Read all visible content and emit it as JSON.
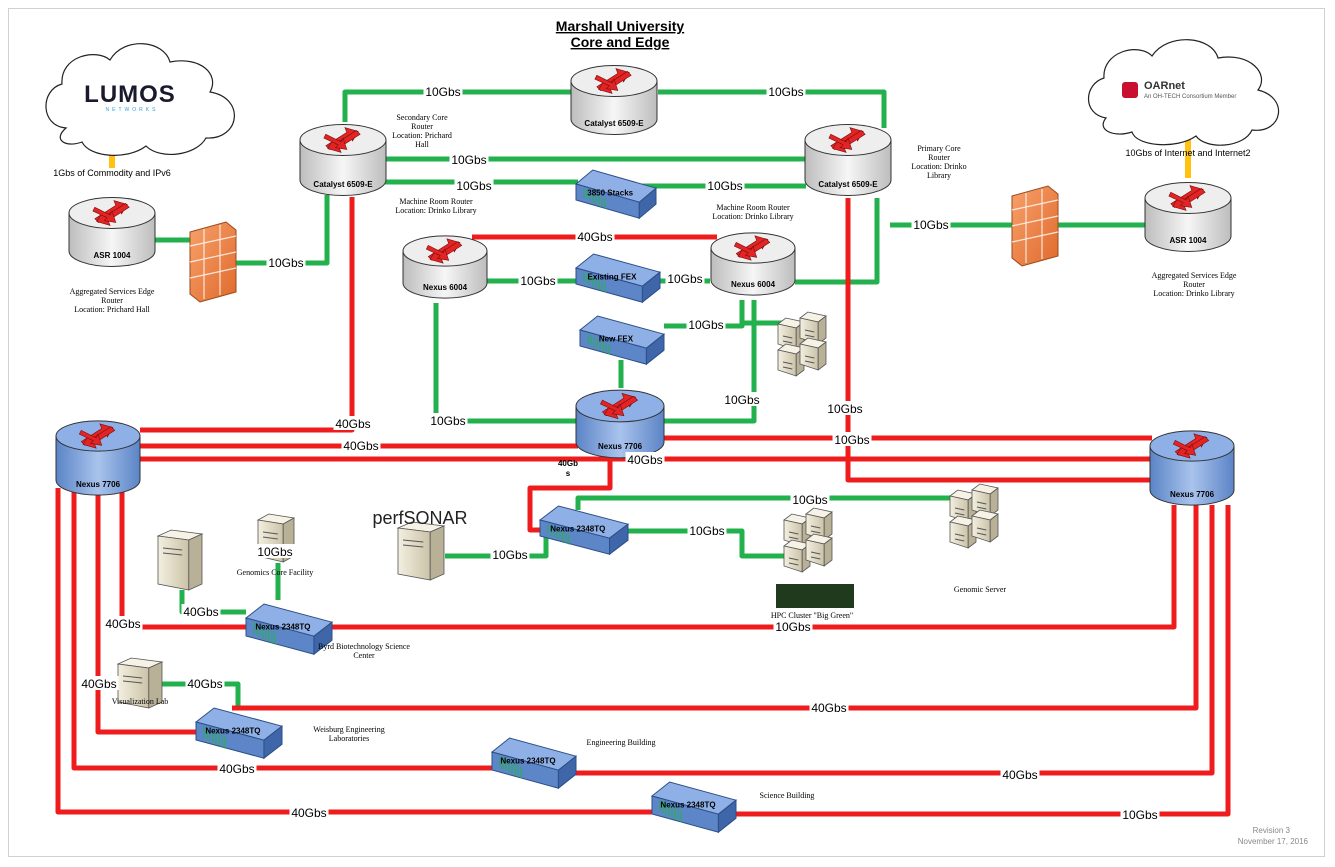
{
  "title": {
    "line1": "Marshall University",
    "line2": "Core and Edge"
  },
  "isp_left": {
    "name": "LUMOS",
    "sub": "NETWORKS",
    "link_label": "1Gbs of Commodity and IPv6"
  },
  "isp_right": {
    "name": "OARnet",
    "sub": "An OH-TECH Consortium Member",
    "link_label": "10Gbs of Internet and Internet2"
  },
  "devices": {
    "asr_left": {
      "label": "ASR 1004",
      "note": [
        "Aggregated Services Edge",
        "Router",
        "Location:  Prichard Hall"
      ]
    },
    "asr_right": {
      "label": "ASR 1004",
      "note": [
        "Aggregated Services Edge",
        "Router",
        "Location:  Drinko Library"
      ]
    },
    "cat_left": {
      "label": "Catalyst 6509-E",
      "note": [
        "Secondary Core",
        "Router",
        "Location:  Prichard",
        "Hall"
      ]
    },
    "cat_top": {
      "label": "Catalyst 6509-E"
    },
    "cat_right": {
      "label": "Catalyst 6509-E",
      "note": [
        "Primary Core",
        "Router",
        "Location:  Drinko",
        "Library"
      ]
    },
    "stacks": {
      "label": "3850 Stacks"
    },
    "nex6004_left": {
      "label": "Nexus 6004",
      "note": [
        "Machine Room Router",
        "Location:  Drinko Library"
      ]
    },
    "nex6004_right": {
      "label": "Nexus 6004",
      "note": [
        "Machine Room Router",
        "Location:  Drinko Library"
      ]
    },
    "fex_existing": {
      "label": "Existing FEX"
    },
    "fex_new": {
      "label": "New FEX"
    },
    "nex7706_center": {
      "label": "Nexus 7706"
    },
    "nex7706_left": {
      "label": "Nexus 7706"
    },
    "nex7706_right": {
      "label": "Nexus 7706"
    },
    "n2348_perf": {
      "label": "Nexus 2348TQ"
    },
    "n2348_byrd": {
      "label": "Nexus 2348TQ",
      "note": [
        "Byrd Biotechnology Science",
        "Center"
      ]
    },
    "n2348_weis": {
      "label": "Nexus 2348TQ",
      "note": [
        "Weisburg Engineering",
        "Laboratories"
      ]
    },
    "n2348_eng": {
      "label": "Nexus 2348TQ",
      "note": [
        "Engineering Building"
      ]
    },
    "n2348_sci": {
      "label": "Nexus 2348TQ",
      "note": [
        "Science Building"
      ]
    },
    "perfsonar": {
      "label": "perfSONAR"
    },
    "genomics_core": {
      "label": "Genomics Core Facility"
    },
    "viz_lab": {
      "label": "Visualization Lab"
    },
    "hpc": {
      "label": "HPC Cluster \"Big Green\""
    },
    "genomic_server": {
      "label": "Genomic Server"
    }
  },
  "links": [
    {
      "label": "10Gbs"
    },
    {
      "label": "10Gbs"
    },
    {
      "label": "10Gbs"
    },
    {
      "label": "10Gbs"
    },
    {
      "label": "10Gbs"
    },
    {
      "label": "10Gbs"
    },
    {
      "label": "40Gbs"
    },
    {
      "label": "10Gbs"
    },
    {
      "label": "10Gbs"
    },
    {
      "label": "10Gbs"
    },
    {
      "label": "10Gbs"
    },
    {
      "label": "10Gbs"
    },
    {
      "label": "10Gbs"
    },
    {
      "label": "40Gbs"
    },
    {
      "label": "10Gbs"
    },
    {
      "label": "40Gbs"
    },
    {
      "label": "10Gbs"
    },
    {
      "label": "40Gbs"
    },
    {
      "label": "10Gbs"
    },
    {
      "label": "10Gbs"
    },
    {
      "label": "10Gbs"
    },
    {
      "label": "10Gbs"
    },
    {
      "label": "40Gbs"
    },
    {
      "label": "40Gbs"
    },
    {
      "label": "40Gbs"
    },
    {
      "label": "10Gbs"
    },
    {
      "label": "40Gbs"
    },
    {
      "label": "40Gbs"
    },
    {
      "label": "40Gbs"
    },
    {
      "label": "40Gbs"
    },
    {
      "label": "40Gbs"
    },
    {
      "label": "10Gbs"
    }
  ],
  "stray_label": {
    "line1": "40Gb",
    "line2": "s"
  },
  "revision": {
    "line1": "Revision 3",
    "line2": "November 17, 2016"
  },
  "colors": {
    "fiber40": "#ee1c1c",
    "fiber10": "#22b14c",
    "isp": "#ffc20e",
    "router_top": "#e8e8e8",
    "router_blue": "#7ea2d8",
    "switch": "#6f97d4"
  }
}
